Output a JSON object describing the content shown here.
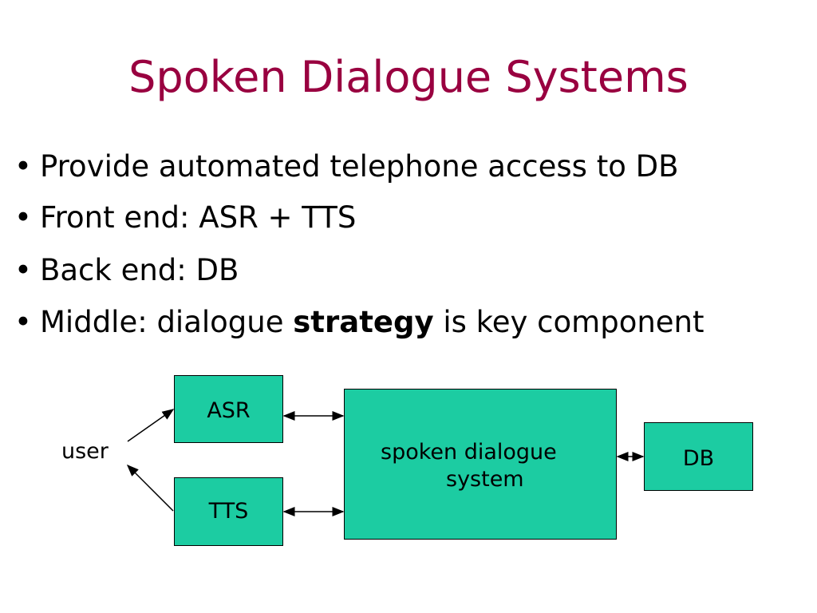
{
  "title": "Spoken Dialogue Systems",
  "bullets": [
    {
      "text": "Provide automated telephone access to DB"
    },
    {
      "text": "Front end: ASR + TTS"
    },
    {
      "text": "Back end: DB"
    },
    {
      "pre": "Middle: dialogue ",
      "bold": "strategy",
      "post": " is key component"
    }
  ],
  "diagram": {
    "user": "user",
    "asr": "ASR",
    "tts": "TTS",
    "sds_line1": "spoken dialogue",
    "sds_line2": "system",
    "db": "DB"
  },
  "colors": {
    "title": "#990040",
    "box_fill": "#1ccca2"
  }
}
